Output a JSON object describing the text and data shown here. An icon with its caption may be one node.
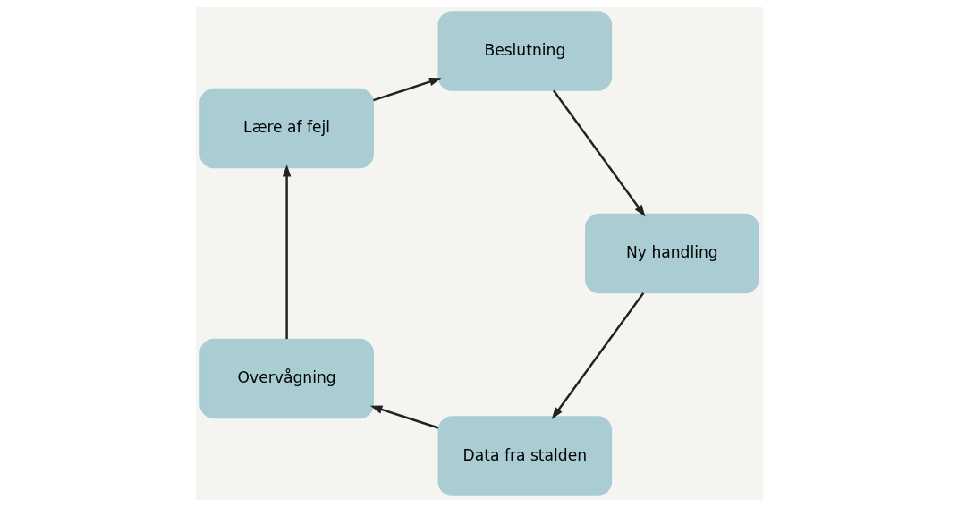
{
  "diagram": {
    "nodes": [
      {
        "text": [
          "Data fra stalden"
        ]
      },
      {
        "text": [
          "Overvågning"
        ]
      },
      {
        "text": [
          "Lære af fejl"
        ]
      },
      {
        "text": [
          "Beslutning"
        ]
      },
      {
        "text": [
          "Ny handling"
        ]
      }
    ],
    "edges": [
      {
        "from": 0,
        "to": 1,
        "arrow": "to"
      },
      {
        "from": 1,
        "to": 2,
        "arrow": "to"
      },
      {
        "from": 2,
        "to": 3,
        "arrow": "to"
      },
      {
        "from": 3,
        "to": 4,
        "arrow": "to"
      },
      {
        "from": 4,
        "to": 0,
        "arrow": "to"
      }
    ]
  }
}
